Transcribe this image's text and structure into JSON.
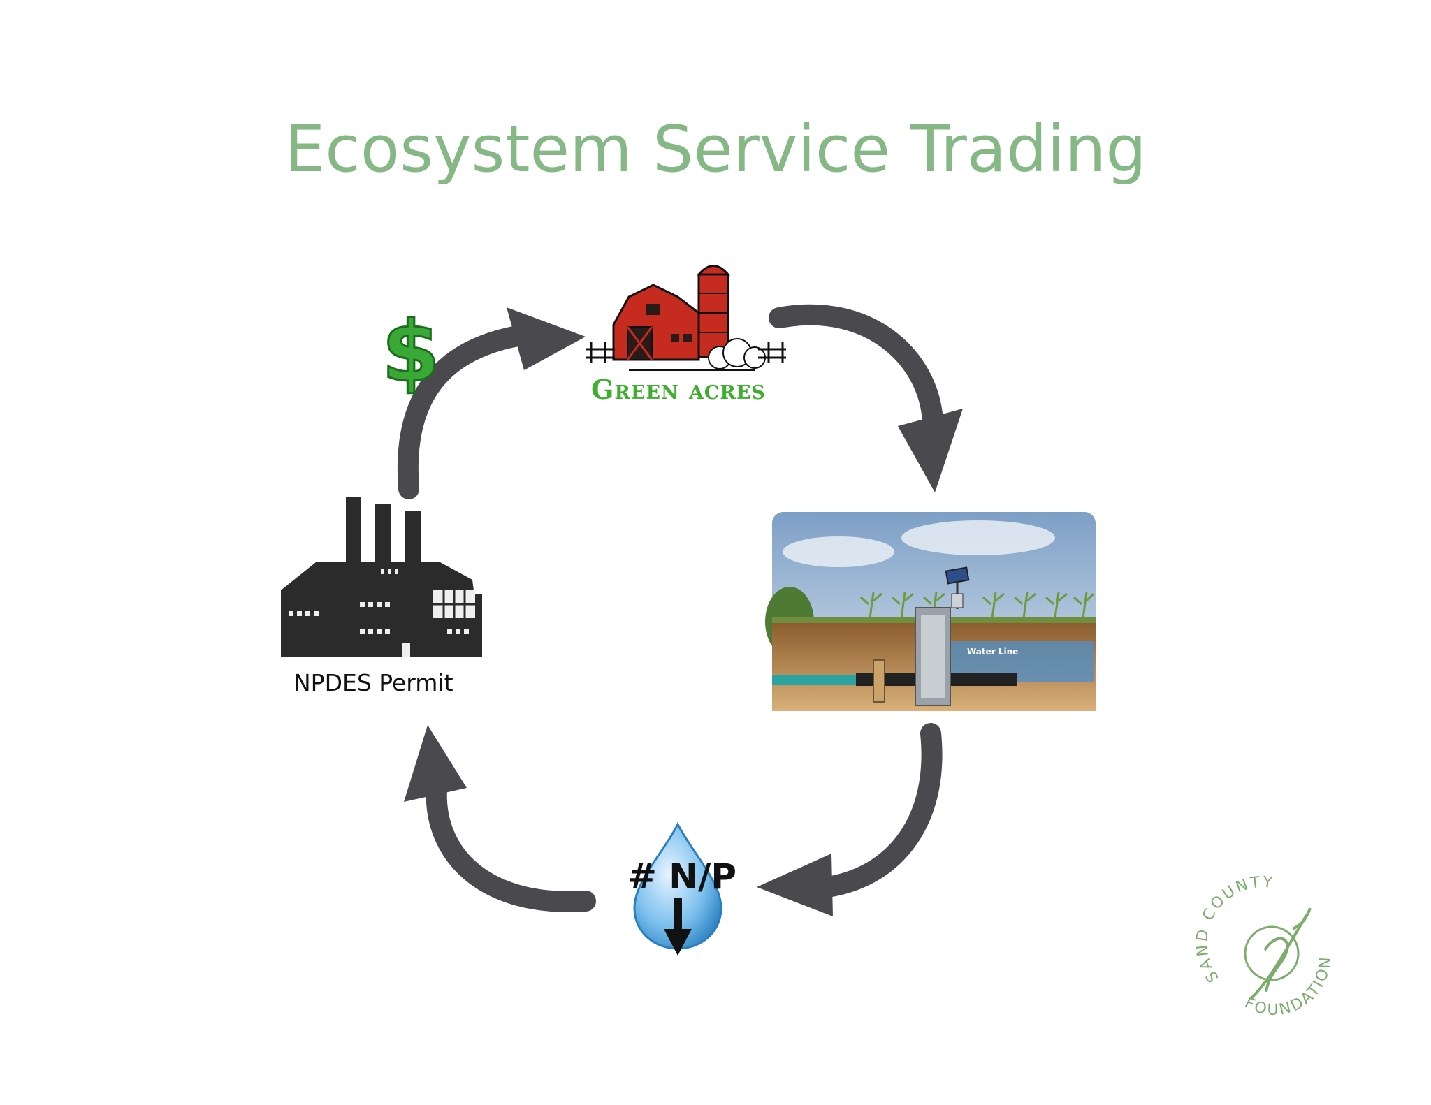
{
  "slide": {
    "title": "Ecosystem Service Trading"
  },
  "nodes": {
    "farm": {
      "label": "Green acres",
      "icon": "barn-icon"
    },
    "practice": {
      "label": "Water Line",
      "icon": "drainage-control-structure-illustration"
    },
    "water": {
      "label": "# N/P",
      "icon": "water-drop-down-arrow-icon"
    },
    "factory": {
      "label": "NPDES Permit",
      "icon": "factory-icon"
    },
    "payment": {
      "icon": "dollar-sign-icon"
    }
  },
  "logo": {
    "text_top": "SAND COUNTY",
    "text_bottom": "FOUNDATION",
    "icon": "sand-county-foundation-logo"
  },
  "colors": {
    "title": "#86b886",
    "arrow": "#4a4a4e",
    "dollar": "#3aa837",
    "barn": "#c62b1f",
    "green_acres": "#3fae2f",
    "logo": "#7cad6c"
  }
}
